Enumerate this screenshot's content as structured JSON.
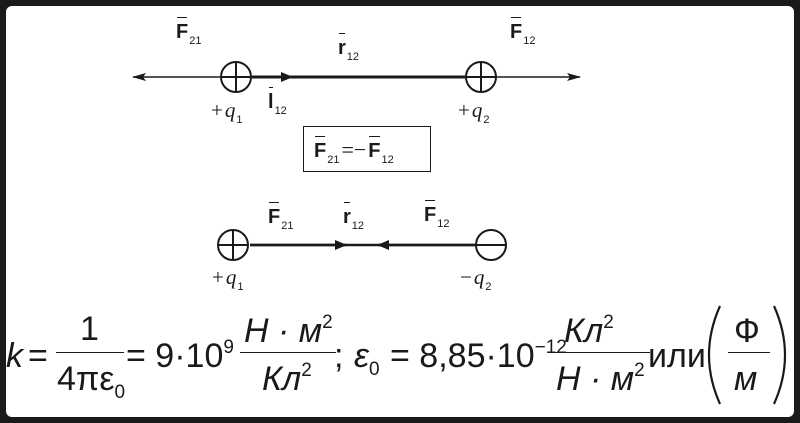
{
  "diagram1": {
    "force21_symbol": "F",
    "force21_sub": "21",
    "r12_symbol": "r",
    "r12_sub": "12",
    "force12_symbol": "F",
    "force12_sub": "12",
    "unit_symbol": "l",
    "unit_sub": "12",
    "q1_sign": "+",
    "q1_symbol": "q",
    "q1_sub": "1",
    "q2_sign": "+",
    "q2_symbol": "q",
    "q2_sub": "2",
    "eq_left_symbol": "F",
    "eq_left_sub": "21",
    "eq_mid": "=−",
    "eq_right_symbol": "F",
    "eq_right_sub": "12"
  },
  "diagram2": {
    "force21_symbol": "F",
    "force21_sub": "21",
    "r12_symbol": "r",
    "r12_sub": "12",
    "force12_symbol": "F",
    "force12_sub": "12",
    "q1_sign": "+",
    "q1_symbol": "q",
    "q1_sub": "1",
    "q2_sign": "−",
    "q2_symbol": "q",
    "q2_sub": "2"
  },
  "formula": {
    "k": "k",
    "equals": "=",
    "num_one": "1",
    "den_4pi": "4πε",
    "den_sub": "0",
    "eq_value": "= 9·10",
    "exp9": "9",
    "unit1_num": "Н · м",
    "unit1_num_sup": "2",
    "unit1_den": "Кл",
    "unit1_den_sup": "2",
    "semicolon": ";",
    "eps": "ε",
    "eps_sub": "0",
    "eps_value": "= 8,85·10",
    "exp_neg12": "−12",
    "unit2_num": "Кл",
    "unit2_num_sup": "2",
    "unit2_den": "Н · м",
    "unit2_den_sup": "2",
    "or_word": "или",
    "farad_num": "Ф",
    "farad_den": "м"
  }
}
